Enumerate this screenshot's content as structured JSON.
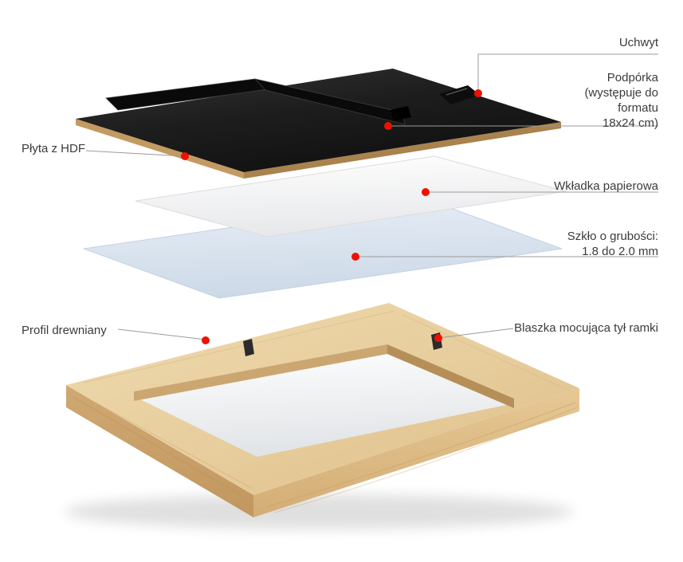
{
  "labels": {
    "uchwyt": "Uchwyt",
    "podporka": [
      "Podpórka",
      "(występuje do",
      "formatu",
      "18x24 cm)"
    ],
    "plyta": "Płyta z HDF",
    "wkladka": "Wkładka papierowa",
    "szklo": [
      "Szkło o grubości:",
      "1.8 do 2.0 mm"
    ],
    "profil": "Profil drewniany",
    "blaszka": "Blaszka mocująca tył ramki"
  },
  "colors": {
    "marker": "#f01000",
    "connector": "#9b9b9b",
    "text": "#3b3b3b",
    "hdf_board": "#1c1c1c",
    "hdf_edge": "#c39a62",
    "paper": "#fafafa",
    "glass": "#dce6f1",
    "wood_light": "#ecd7aa",
    "wood_dark": "#d3ab74"
  }
}
